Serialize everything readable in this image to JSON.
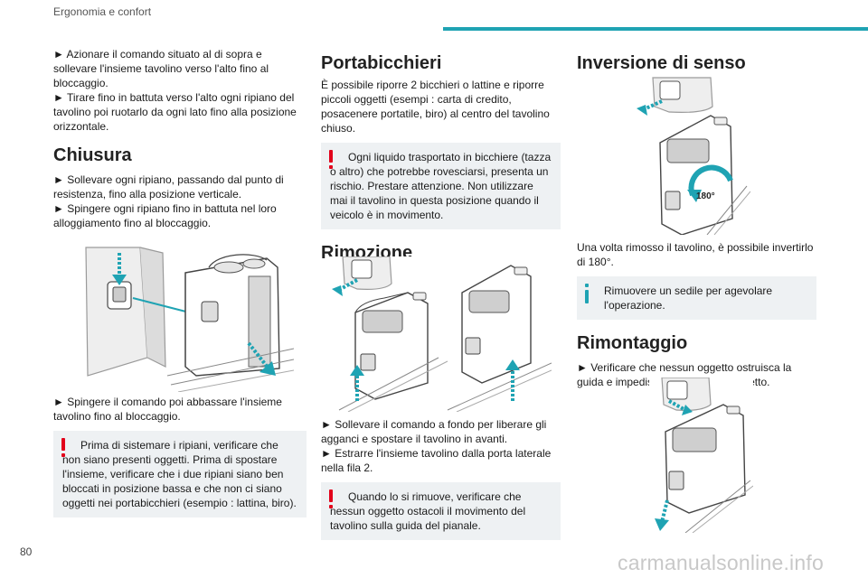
{
  "header": {
    "section": "Ergonomia e confort",
    "accent": "#1fa3b3"
  },
  "col1": {
    "intro": [
      "► Azionare il comando situato al di sopra e sollevare l'insieme tavolino verso l'alto fino al bloccaggio.",
      "► Tirare fino in battuta verso l'alto ogni ripiano del tavolino poi ruotarlo da ogni lato fino alla posizione orizzontale."
    ],
    "chiusura_title": "Chiusura",
    "chiusura": [
      "► Sollevare ogni ripiano, passando dal punto di resistenza, fino alla posizione verticale.",
      "► Spingere ogni ripiano fino in battuta nel loro alloggiamento fino al bloccaggio."
    ],
    "after_fig": "► Spingere il comando poi abbassare l'insieme tavolino fino al bloccaggio.",
    "warning": "Prima di sistemare i ripiani, verificare che non siano presenti oggetti. Prima di spostare l'insieme, verificare che i due ripiani siano ben bloccati in posizione bassa e che non ci siano oggetti nei portabicchieri (esempio : lattina, biro)."
  },
  "col2": {
    "portabicchieri_title": "Portabicchieri",
    "portabicchieri": "È possibile riporre 2 bicchieri o lattine e riporre piccoli oggetti (esempi : carta di credito, posacenere portatile, biro) al centro del tavolino chiuso.",
    "warning1": "Ogni liquido trasportato in bicchiere (tazza o altro) che potrebbe rovesciarsi, presenta un rischio. Prestare attenzione. Non utilizzare mai il tavolino in questa posizione quando il veicolo è in movimento.",
    "rimozione_title": "Rimozione",
    "rimozione": [
      "► Sollevare il comando a fondo per liberare gli agganci e spostare il tavolino in avanti.",
      "► Estrarre l'insieme tavolino dalla porta laterale nella fila 2."
    ],
    "warning2": "Quando lo si rimuove, verificare che nessun oggetto ostacoli il movimento del tavolino sulla guida del pianale."
  },
  "col3": {
    "inversione_title": "Inversione di senso",
    "badge": "180°",
    "inversione": "Una volta rimosso il tavolino, è possibile invertirlo di 180°.",
    "info": "Rimuovere un sedile per agevolare l'operazione.",
    "rimontaggio_title": "Rimontaggio",
    "rimontaggio": "► Verificare che nessun oggetto ostruisca la guida e impedisca il bloccaggio corretto."
  },
  "footer": {
    "page_number": "80",
    "watermark": "carmanualsonline.info"
  },
  "colors": {
    "warning": "#e2001a",
    "info": "#1fa3b3",
    "note_bg": "#eef1f3"
  }
}
